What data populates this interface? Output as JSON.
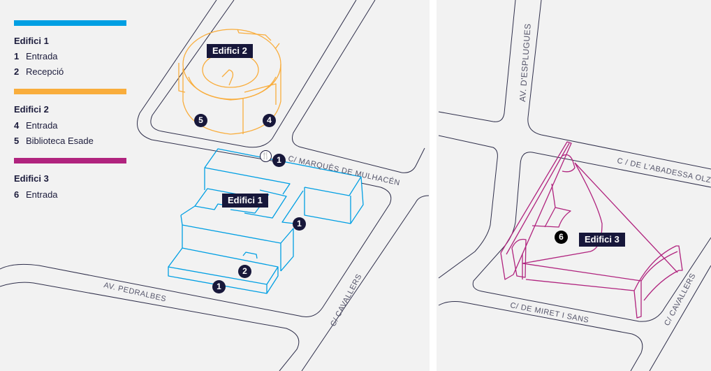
{
  "colors": {
    "edifici1": "#009fe3",
    "edifici2": "#f9ad3c",
    "edifici3": "#b0237e",
    "marker": "#17173a",
    "background": "#f2f2f2"
  },
  "legend": [
    {
      "title": "Edifici 1",
      "items": [
        {
          "num": "1",
          "label": "Entrada"
        },
        {
          "num": "2",
          "label": "Recepció"
        }
      ]
    },
    {
      "title": "Edifici 2",
      "items": [
        {
          "num": "4",
          "label": "Entrada"
        },
        {
          "num": "5",
          "label": "Biblioteca Esade"
        }
      ]
    },
    {
      "title": "Edifici 3",
      "items": [
        {
          "num": "6",
          "label": "Entrada"
        }
      ]
    }
  ],
  "buildings": {
    "edifici1": "Edifici 1",
    "edifici2": "Edifici 2",
    "edifici3": "Edifici 3"
  },
  "markers": [
    "1",
    "2",
    "1",
    "1",
    "4",
    "5",
    "6"
  ],
  "restaurant_icon": "fork-knife-icon",
  "streets": {
    "marques": "C/ MARQUÈS DE MULHACÉN",
    "pedralbes": "AV. PEDRALBES",
    "cavallers_left": "C/ CAVALLERS",
    "esplugues": "AV. D'ESPLUGUES",
    "abadessa": "C / DE L'ABADESSA OLZET",
    "miret": "C/ DE MIRET I SANS",
    "cavallers_right": "C/ CAVALLERS"
  }
}
